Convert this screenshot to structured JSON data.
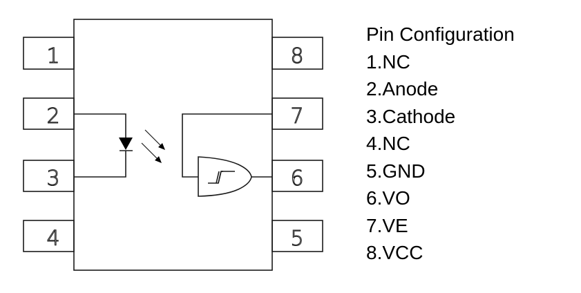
{
  "diagram": {
    "title": "Pin Configuration",
    "pins": [
      {
        "number": "1",
        "name": "NC",
        "label": "1.NC"
      },
      {
        "number": "2",
        "name": "Anode",
        "label": "2.Anode"
      },
      {
        "number": "3",
        "name": "Cathode",
        "label": "3.Cathode"
      },
      {
        "number": "4",
        "name": "NC",
        "label": "4.NC"
      },
      {
        "number": "5",
        "name": "GND",
        "label": "5.GND"
      },
      {
        "number": "6",
        "name": "VO",
        "label": "6.VO"
      },
      {
        "number": "7",
        "name": "VE",
        "label": "7.VE"
      },
      {
        "number": "8",
        "name": "VCC",
        "label": "8.VCC"
      }
    ],
    "components": {
      "input": "LED (diode) between pin 2 and pin 3",
      "coupling": "optical light arrows",
      "output": "Schmitt-trigger gate, output to pin 6, enable from pin 7"
    },
    "colors": {
      "line": "#1a1a1a",
      "background": "#ffffff",
      "text": "#000000"
    }
  }
}
